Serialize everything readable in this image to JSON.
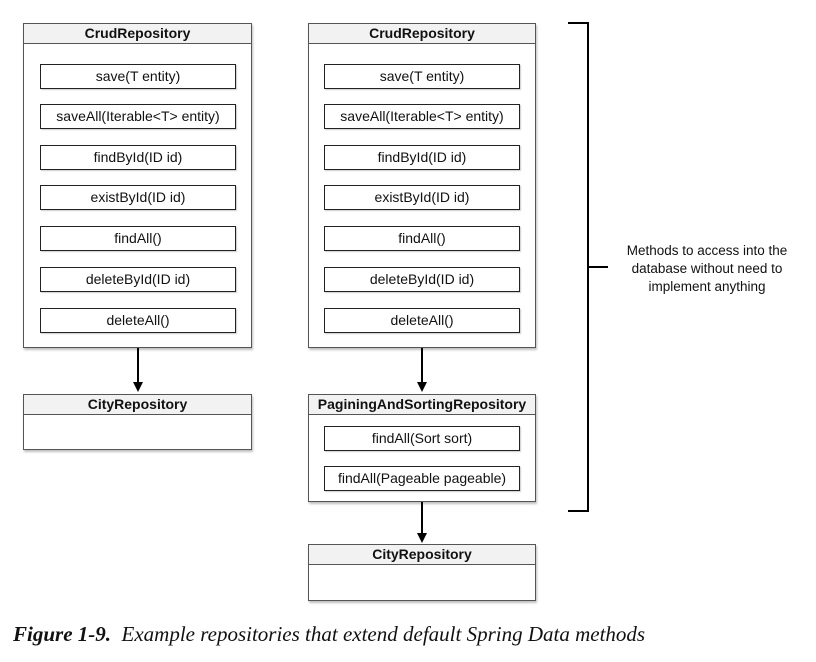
{
  "crud_left": {
    "title": "CrudRepository",
    "methods": [
      "save(T entity)",
      "saveAll(Iterable<T> entity)",
      "findById(ID id)",
      "existById(ID id)",
      "findAll()",
      "deleteById(ID id)",
      "deleteAll()"
    ]
  },
  "crud_right": {
    "title": "CrudRepository",
    "methods": [
      "save(T entity)",
      "saveAll(Iterable<T> entity)",
      "findById(ID id)",
      "existById(ID id)",
      "findAll()",
      "deleteById(ID id)",
      "deleteAll()"
    ]
  },
  "city_left": {
    "title": "CityRepository"
  },
  "paging": {
    "title": "PaginingAndSortingRepository",
    "methods": [
      "findAll(Sort sort)",
      "findAll(Pageable pageable)"
    ]
  },
  "city_right": {
    "title": "CityRepository"
  },
  "note": {
    "text": "Methods to access into the database without need to implement anything"
  },
  "caption": {
    "label": "Figure 1-9.",
    "text": "Example repositories that extend default Spring Data methods"
  }
}
